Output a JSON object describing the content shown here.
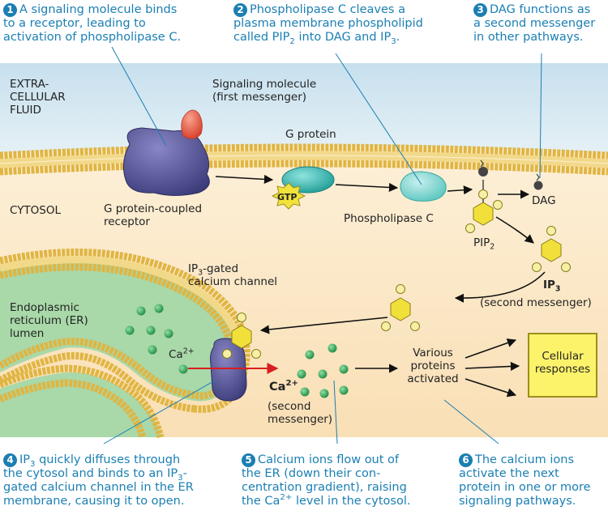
{
  "steps": [
    {
      "num": "1",
      "lines": [
        "A signaling molecule binds",
        "to a receptor, leading to",
        "activation of phospholipase C."
      ]
    },
    {
      "num": "2",
      "lines": [
        "Phospholipase C cleaves a",
        "plasma membrane phospholipid",
        "called PIP",
        "2",
        " into DAG and IP",
        "3",
        "."
      ]
    },
    {
      "num": "3",
      "lines": [
        "DAG functions as",
        "a second messenger",
        "in other pathways."
      ]
    },
    {
      "num": "4",
      "lines": [
        "IP",
        "3",
        " quickly diffuses through",
        "the cytosol and binds to an IP",
        "3",
        "-",
        "gated calcium channel in the ER",
        "membrane, causing it to open."
      ]
    },
    {
      "num": "5",
      "lines": [
        "Calcium ions flow out of",
        "the ER (down their con-",
        "centration gradient), raising",
        "the Ca",
        "2+",
        " level in the cytosol."
      ]
    },
    {
      "num": "6",
      "lines": [
        "The calcium ions",
        "activate the next",
        "protein in one or more",
        "signaling pathways."
      ]
    }
  ],
  "labels": {
    "extracellular": [
      "EXTRA-",
      "CELLULAR",
      "FLUID"
    ],
    "cytosol": "CYTOSOL",
    "signaling_molecule": [
      "Signaling molecule",
      "(first messenger)"
    ],
    "g_protein": "G protein",
    "gtp": "GTP",
    "gpcr": [
      "G protein-coupled",
      "receptor"
    ],
    "phospholipase": "Phospholipase C",
    "dag": "DAG",
    "pip": "PIP",
    "pip_sub": "2",
    "ip3": "IP",
    "ip3_sub": "3",
    "ip3_second": "(second messenger)",
    "channel": [
      "IP",
      "3",
      "-gated",
      "calcium channel"
    ],
    "er": [
      "Endoplasmic",
      "reticulum (ER)",
      "lumen"
    ],
    "ca_lumen": "Ca",
    "ca_lumen_sup": "2+",
    "ca_cyt": "Ca",
    "ca_cyt_sup": "2+",
    "ca_second": [
      "(second",
      "messenger)"
    ],
    "various": [
      "Various",
      "proteins",
      "activated"
    ],
    "responses": [
      "Cellular",
      "responses"
    ]
  },
  "colors": {
    "step_text": "#1b7fb3",
    "extracellular": "#d7e9f2",
    "cytosol": "#fbe6c6",
    "membrane_head": "#e0b542",
    "er_lumen": "#a8d7a8",
    "receptor": "#5b5a9a",
    "g_protein": "#3bb8b2",
    "ligand": "#e85d4a",
    "gtp": "#f2e33a",
    "ip3_hex": "#f2e03a",
    "calcium": "#2e9e4f",
    "response_box": "#fdf36b",
    "ca_arrow": "#d81e1e"
  }
}
